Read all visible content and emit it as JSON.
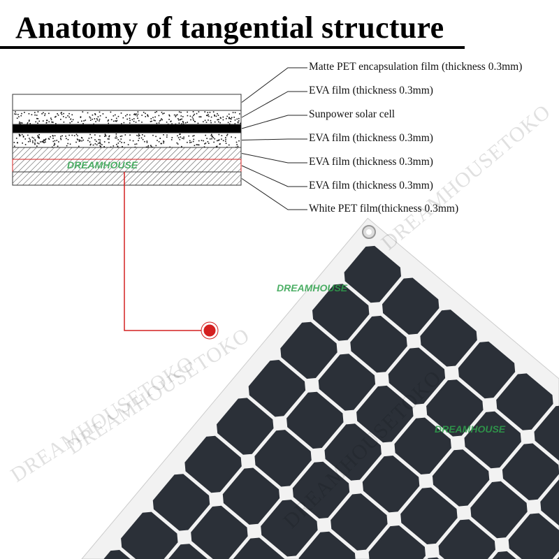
{
  "title": "Anatomy of tangential structure",
  "layers": [
    {
      "label": "Matte PET encapsulation film (thickness 0.3mm)",
      "pattern": "plain"
    },
    {
      "label": "EVA film (thickness 0.3mm)",
      "pattern": "speckle"
    },
    {
      "label": "Sunpower solar cell",
      "pattern": "solid"
    },
    {
      "label": "EVA film (thickness 0.3mm)",
      "pattern": "speckle"
    },
    {
      "label": "EVA film (thickness 0.3mm)",
      "pattern": "hatch"
    },
    {
      "label": "EVA film (thickness 0.3mm)",
      "pattern": "hatch-red"
    },
    {
      "label": "White PET film(thickness 0.3mm)",
      "pattern": "hatch"
    }
  ],
  "watermarks": {
    "store": "DREAMHOUSETOKO",
    "brand": "DREAMHOUSE"
  },
  "colors": {
    "callout": "#d42020",
    "cell": "#2b3038",
    "panel_border": "#f2f2f2"
  }
}
